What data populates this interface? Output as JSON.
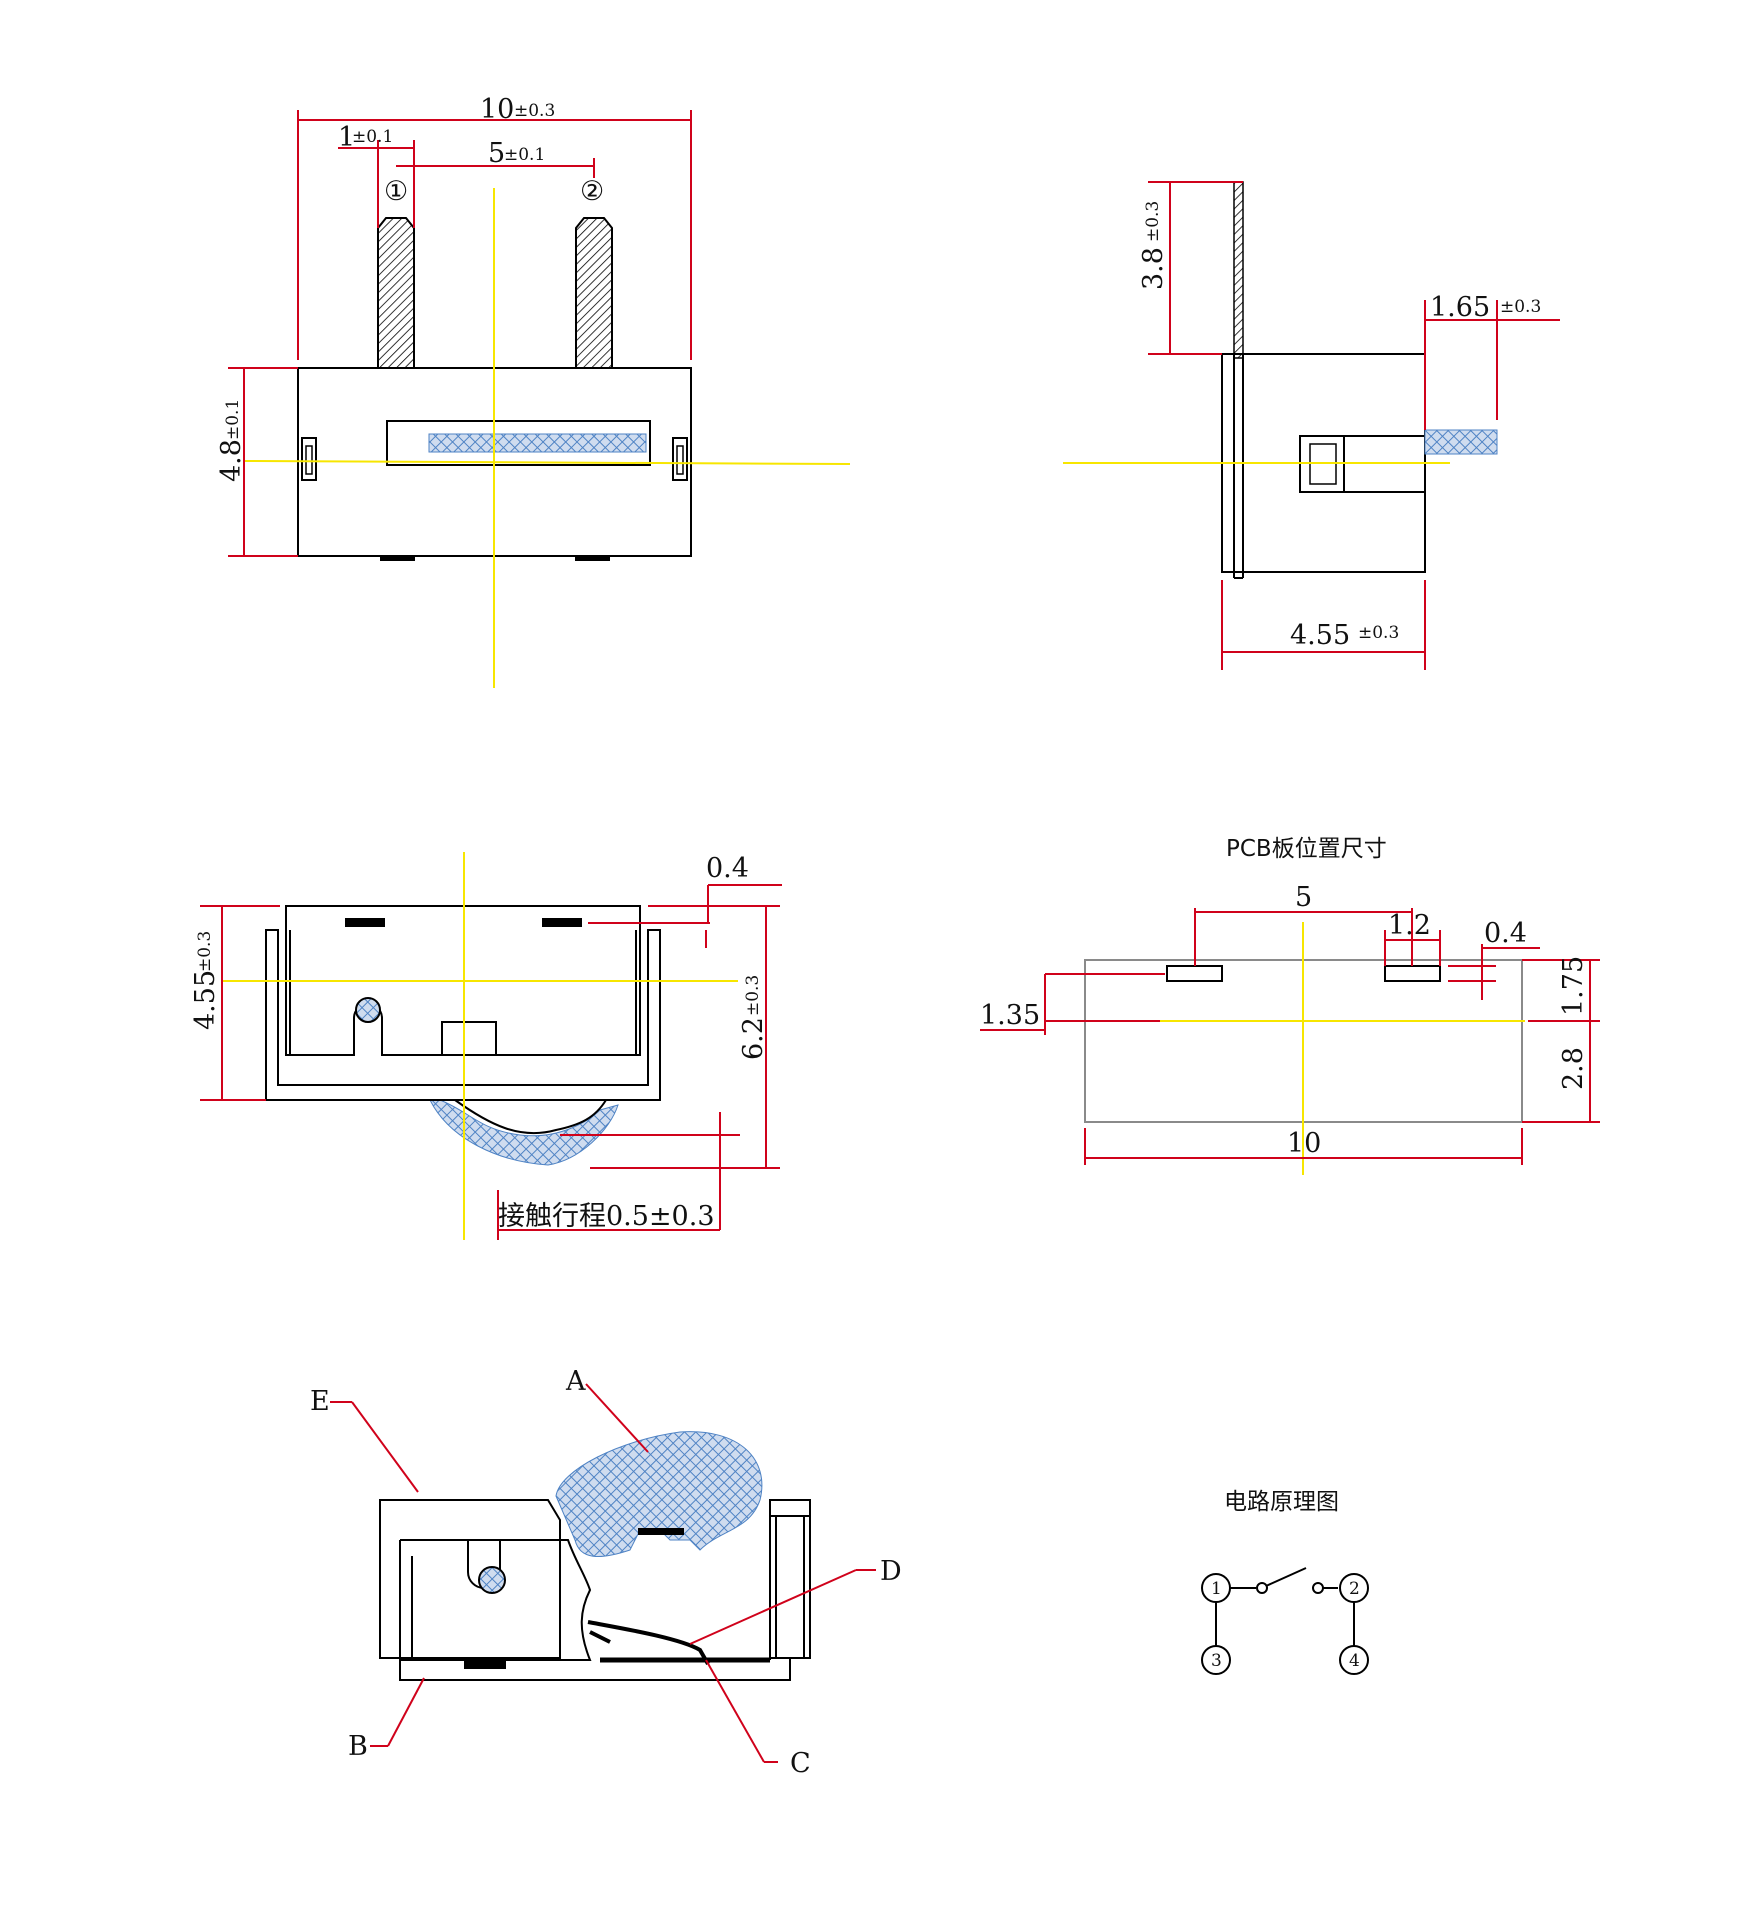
{
  "view_top_left": {
    "dim_width": "10",
    "dim_width_tol": "±0.3",
    "dim_pin_offset": "1",
    "dim_pin_offset_tol": "±0.1",
    "dim_pin_pitch": "5",
    "dim_pin_pitch_tol": "±0.1",
    "dim_height": "4.8",
    "dim_height_tol": "±0.1",
    "pin1": "①",
    "pin2": "②"
  },
  "view_top_right": {
    "dim_pin_len": "3.8",
    "dim_pin_len_tol": "±0.3",
    "dim_actuator": "1.65",
    "dim_actuator_tol": "±0.3",
    "dim_depth": "4.55",
    "dim_depth_tol": "±0.3"
  },
  "view_mid_left": {
    "dim_body": "4.55",
    "dim_body_tol": "±0.3",
    "dim_total": "6.2",
    "dim_total_tol": "±0.3",
    "dim_terminal": "0.4",
    "stroke_label": "接触行程0.5±0.3"
  },
  "view_pcb": {
    "title": "PCB板位置尺寸",
    "dim_pitch": "5",
    "dim_pad_w": "1.2",
    "dim_pad_h": "0.4",
    "dim_top": "1.75",
    "dim_bottom": "2.8",
    "dim_left": "1.35",
    "dim_width": "10"
  },
  "view_section": {
    "label_a": "A",
    "label_b": "B",
    "label_c": "C",
    "label_d": "D",
    "label_e": "E"
  },
  "schematic": {
    "title": "电路原理图",
    "node1": "1",
    "node2": "2",
    "node3": "3",
    "node4": "4"
  },
  "colors": {
    "dimension": "#d0021b",
    "centerline": "#f7e600",
    "hatch_blue": "#4f83c4",
    "outline": "#000000"
  }
}
